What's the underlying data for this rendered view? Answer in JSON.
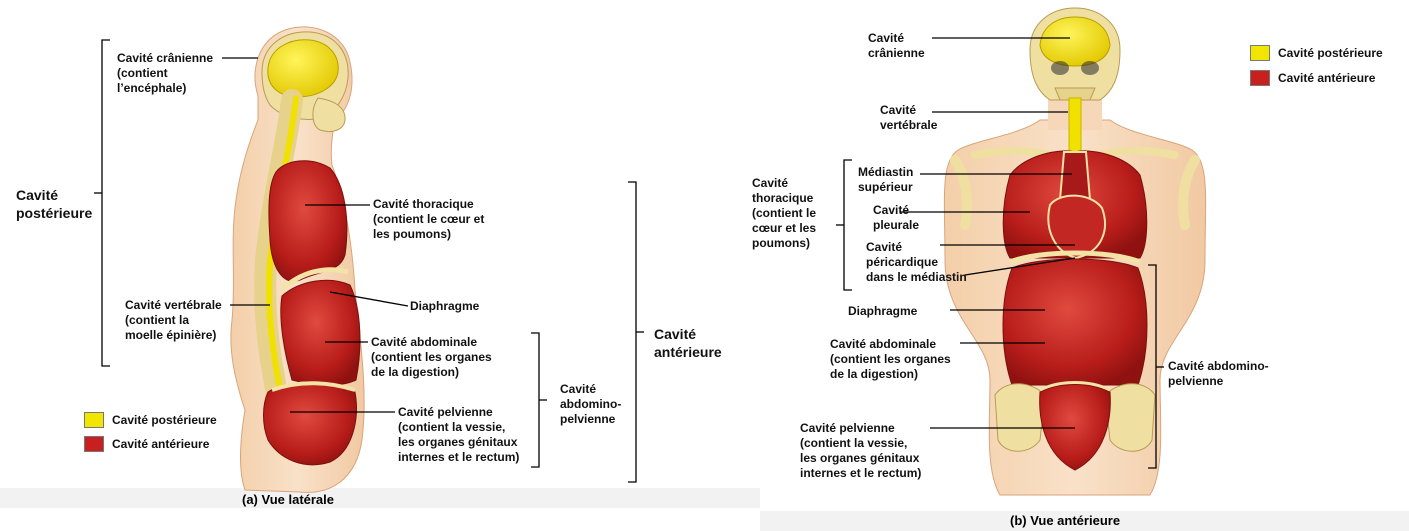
{
  "colors": {
    "posterior": "#f2e600",
    "anterior": "#c8201e",
    "skin": "#f6d7b8",
    "bone": "#efe0a2",
    "line": "#000000"
  },
  "lateral": {
    "caption": "(a) Vue latérale",
    "posterior_group": "Cavité\npostérieure",
    "anterior_group": "Cavité\nantérieure",
    "cranial": "Cavité crânienne\n(contient\nl’encéphale)",
    "vertebral": "Cavité vertébrale\n(contient la\nmoelle épinière)",
    "thoracic": "Cavité thoracique\n(contient le cœur et\nles poumons)",
    "diaphragm": "Diaphragme",
    "abdominal": "Cavité abdominale\n(contient les organes\nde la digestion)",
    "abdominopelvic": "Cavité\nabdomino-\npelvienne",
    "pelvic": "Cavité pelvienne\n(contient la vessie,\nles organes génitaux\ninternes et le rectum)",
    "legend_posterior": "Cavité postérieure",
    "legend_anterior": "Cavité antérieure"
  },
  "anterior_view": {
    "caption": "(b) Vue antérieure",
    "cranial": "Cavité\ncrânienne",
    "vertebral": "Cavité\nvertébrale",
    "thoracic": "Cavité\nthoracique\n(contient le\ncœur et les\npoumons)",
    "mediastinum": "Médiastin\nsupérieur",
    "pleural": "Cavité\npleurale",
    "pericardial": "Cavité\npéricardique\ndans le médiastin",
    "diaphragm": "Diaphragme",
    "abdominal": "Cavité abdominale\n(contient les organes\nde la digestion)",
    "abdominopelvic": "Cavité abdomino-\npelvienne",
    "pelvic": "Cavité pelvienne\n(contient la vessie,\n les organes génitaux\ninternes et le rectum)",
    "legend_posterior": "Cavité postérieure",
    "legend_anterior": "Cavité antérieure"
  }
}
